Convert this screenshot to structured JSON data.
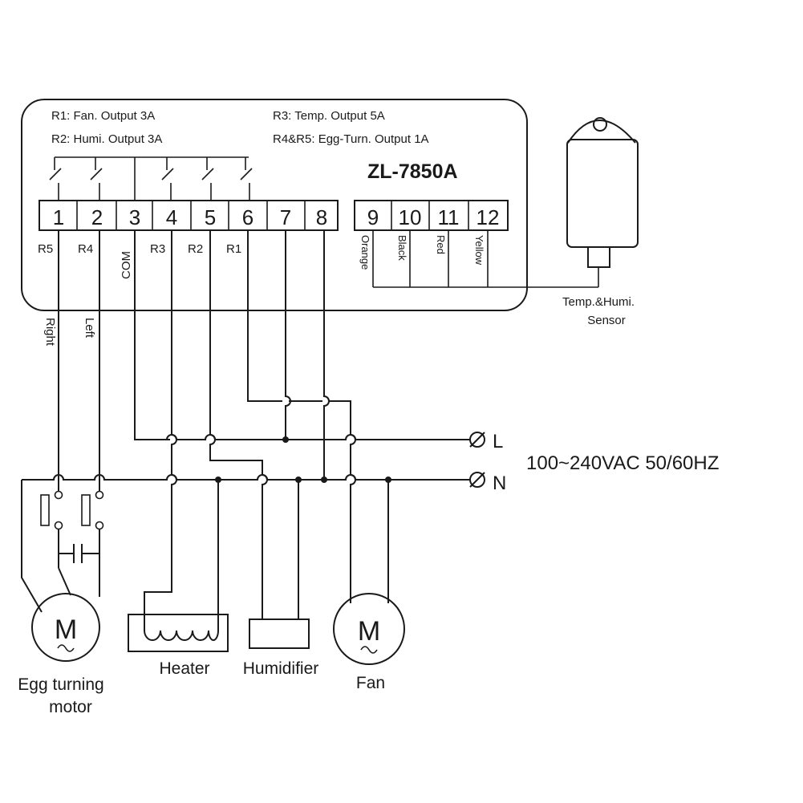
{
  "controller": {
    "model": "ZL-7850A",
    "notes": [
      "R1: Fan.   Output 3A",
      "R2: Humi.  Output 3A",
      "R3: Temp. Output 5A",
      "R4&R5: Egg-Turn. Output 1A"
    ],
    "terminals": [
      "1",
      "2",
      "3",
      "4",
      "5",
      "6",
      "7",
      "8",
      "9",
      "10",
      "11",
      "12"
    ],
    "relay_labels": [
      "R5",
      "R4",
      "COM",
      "R3",
      "R2",
      "R1"
    ],
    "wire_colors": [
      "Orange",
      "Black",
      "Red",
      "Yellow"
    ]
  },
  "sensor": {
    "label_line1": "Temp.&Humi.",
    "label_line2": "Sensor"
  },
  "motor_direction": {
    "right": "Right",
    "left": "Left"
  },
  "supply": {
    "line": "L",
    "neutral": "N",
    "rating": "100~240VAC 50/60HZ"
  },
  "loads": {
    "motor_letter": "M",
    "egg_motor_line1": "Egg turning",
    "egg_motor_line2": "motor",
    "heater": "Heater",
    "humidifier": "Humidifier",
    "fan": "Fan"
  }
}
